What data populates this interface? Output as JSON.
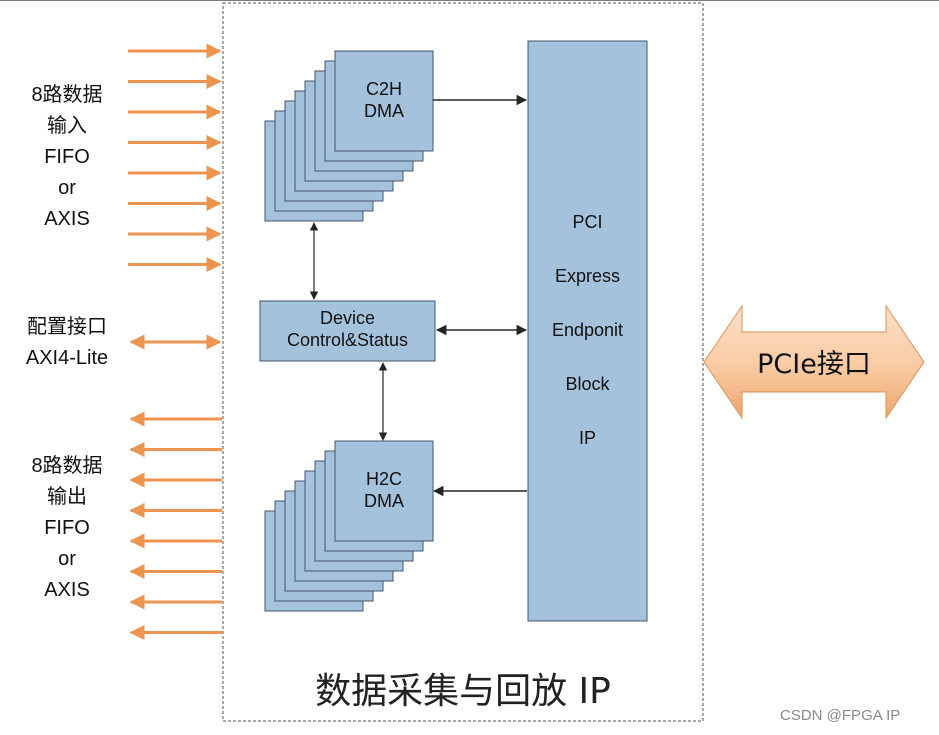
{
  "colors": {
    "box_fill": "#a4c2dc",
    "box_stroke": "#44546a",
    "io_arrow": "#ed9450",
    "pcie_arrow_light": "#fde0c8",
    "pcie_arrow_dark": "#eea66c",
    "connector": "#262626",
    "dashed_border": "#555555"
  },
  "left_inputs": {
    "lines": [
      "8路数据",
      "输入",
      "FIFO",
      "or",
      "AXIS"
    ],
    "arrow_count": 8,
    "direction": "in"
  },
  "config_port": {
    "lines": [
      "配置接口",
      "AXI4-Lite"
    ],
    "direction": "bidirectional"
  },
  "left_outputs": {
    "lines": [
      "8路数据",
      "输出",
      "FIFO",
      "or",
      "AXIS"
    ],
    "arrow_count": 8,
    "direction": "out"
  },
  "c2h_dma": {
    "lines": [
      "C2H",
      "DMA"
    ],
    "stack_count": 8
  },
  "device_control": {
    "lines": [
      "Device",
      "Control&Status"
    ]
  },
  "h2c_dma": {
    "lines": [
      "H2C",
      "DMA"
    ],
    "stack_count": 8
  },
  "pci_block": {
    "lines": [
      "PCI",
      "Express",
      "Endponit",
      "Block",
      "IP"
    ]
  },
  "pcie_interface": {
    "label": "PCIe接口"
  },
  "ip_title": "数据采集与回放 IP",
  "watermark": "CSDN @FPGA IP"
}
